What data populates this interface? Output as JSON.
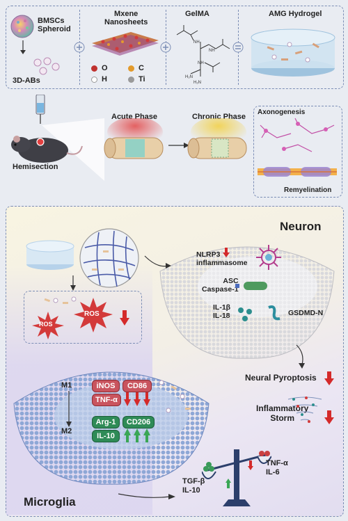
{
  "colors": {
    "background": "#e9ecf2",
    "panel_border": "#7b8db5",
    "red_label": "#c9545e",
    "green_label": "#2e8b57",
    "arrow_red": "#d42a2a",
    "arrow_green": "#3aa655"
  },
  "top_row": {
    "bmscs": "BMSCs\nSpheroid",
    "three_d_abs": "3D-ABs",
    "mxene": "Mxene\nNanosheets",
    "legend_o": "O",
    "legend_c": "C",
    "legend_h": "H",
    "legend_ti": "Ti",
    "gelma": "GelMA",
    "amg": "AMG Hydrogel"
  },
  "middle_row": {
    "hemisection": "Hemisection",
    "acute": "Acute Phase",
    "chronic": "Chronic Phase",
    "axonogenesis": "Axonogenesis",
    "remyelination": "Remyelination"
  },
  "mechanism": {
    "neuron": "Neuron",
    "nlrp3": "NLRP3\ninflammasome",
    "asc": "ASC\nCaspase-1",
    "il": "IL-1β\nIL-18",
    "gsdmd": "GSDMD-N",
    "ros_small": "ROS",
    "ros_big": "ROS",
    "neural_pyroptosis": "Neural Pyroptosis",
    "inflammatory_storm": "Inflammatory\nStorm",
    "m1": "M1",
    "m2": "M2",
    "inos": "iNOS",
    "cd86": "CD86",
    "tnfa_red": "TNF-α",
    "arg1": "Arg-1",
    "cd206": "CD206",
    "il10_green": "IL-10",
    "microglia": "Microglia",
    "tgfb": "TGF-β\nIL-10",
    "tnfa_il6": "TNF-α\nIL-6"
  }
}
